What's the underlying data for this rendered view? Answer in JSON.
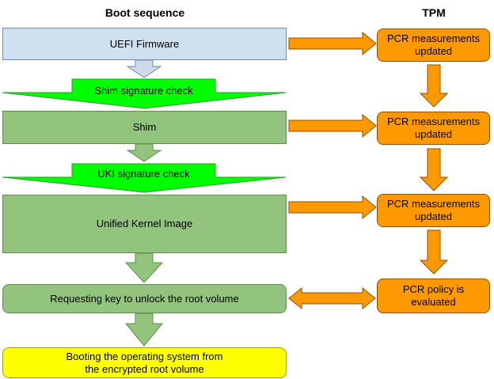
{
  "headers": {
    "boot_sequence": "Boot sequence",
    "tpm": "TPM"
  },
  "boot": {
    "uefi": "UEFI Firmware",
    "shim_check": "Shim signature check",
    "shim": "Shim",
    "uki_check": "UKI signature check",
    "uki": "Unified Kernel Image",
    "request_key": "Requesting key to unlock the root volume",
    "booting_line1": "Booting the operating system from",
    "booting_line2": "the encrypted root volume"
  },
  "tpm": {
    "pcr1_line1": "PCR measurements",
    "pcr1_line2": "updated",
    "pcr2_line1": "PCR measurements",
    "pcr2_line2": "updated",
    "pcr3_line1": "PCR measurements",
    "pcr3_line2": "updated",
    "policy_line1": "PCR policy is",
    "policy_line2": "evaluated"
  },
  "colors": {
    "blue": "#cfe0f1",
    "green": "#93c47d",
    "bright_green": "#00ff00",
    "yellow": "#ffff00",
    "orange": "#ff9900"
  }
}
